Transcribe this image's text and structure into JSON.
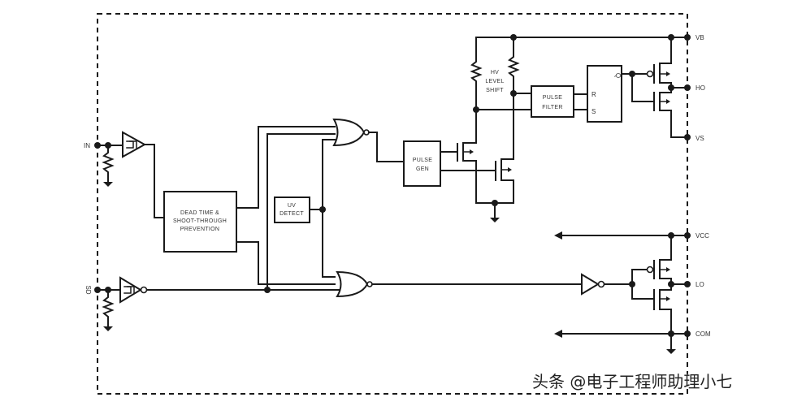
{
  "diagram": {
    "title": "High/Low side gate driver functional block diagram",
    "pins": {
      "in": "IN",
      "sd": "SD",
      "vb": "VB",
      "ho": "HO",
      "vs": "VS",
      "vcc": "VCC",
      "lo": "LO",
      "com": "COM"
    },
    "blocks": {
      "dead_time_line1": "DEAD TIME &",
      "dead_time_line2": "SHOOT-THROUGH",
      "dead_time_line3": "PREVENTION",
      "uv_line1": "UV",
      "uv_line2": "DETECT",
      "pulse_gen_line1": "PULSE",
      "pulse_gen_line2": "GEN",
      "hv_line1": "HV",
      "hv_line2": "LEVEL",
      "hv_line3": "SHIFT",
      "pulse_filter_line1": "PULSE",
      "pulse_filter_line2": "FILTER",
      "latch_r": "R",
      "latch_s": "S",
      "latch_q": "Q"
    }
  },
  "watermark": "头条 @电子工程师助理小七"
}
